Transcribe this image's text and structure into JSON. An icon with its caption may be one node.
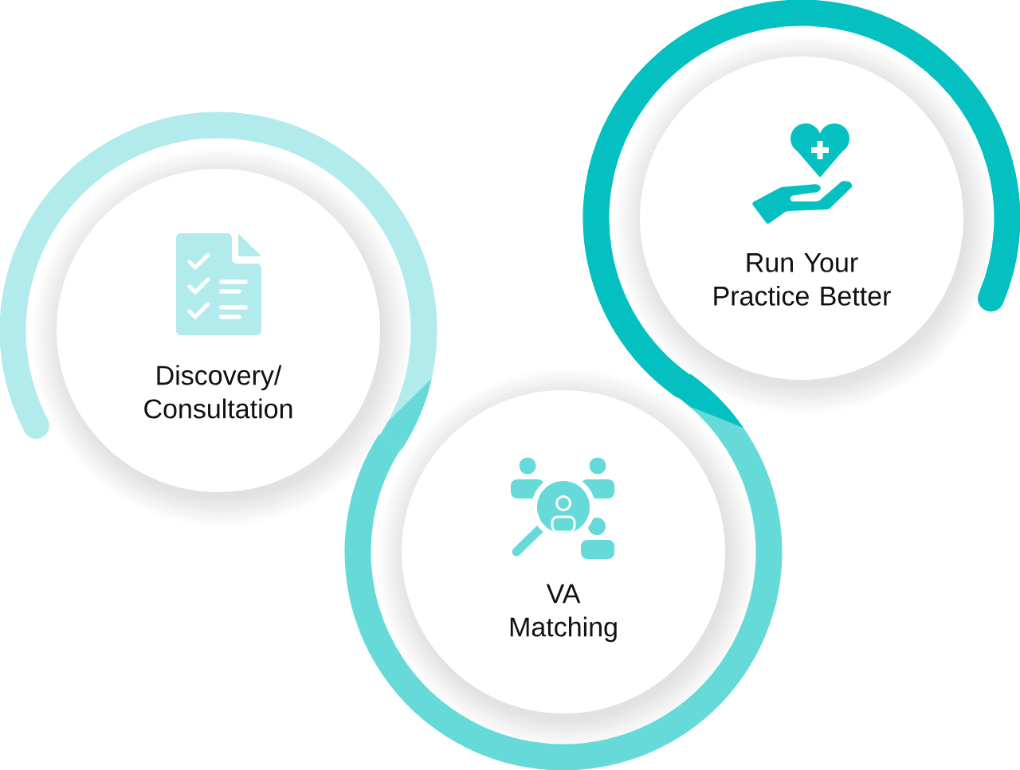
{
  "diagram": {
    "nodes": [
      {
        "text": [
          "Discovery/ Consultation"
        ]
      },
      {
        "text": [
          "VA Matching"
        ]
      },
      {
        "text": [
          "Run Your Practice Better"
        ]
      }
    ]
  }
}
